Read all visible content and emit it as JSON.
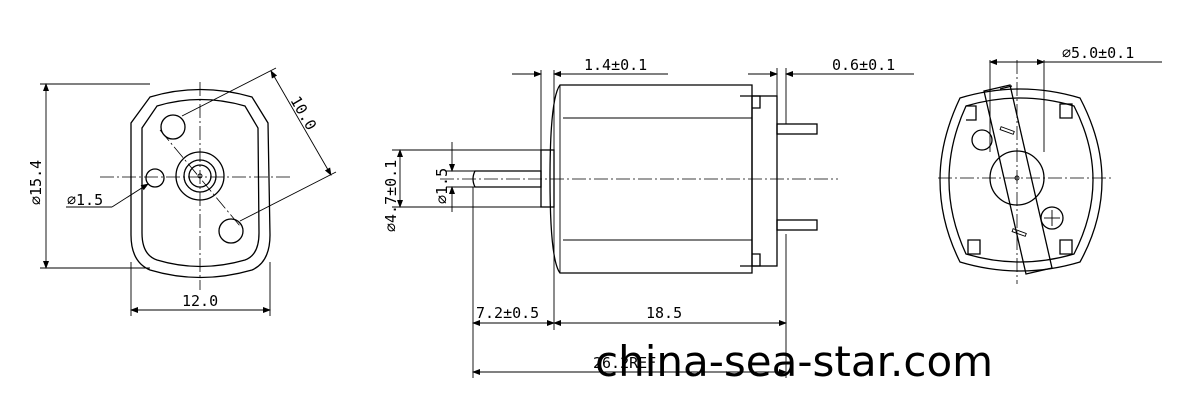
{
  "front_view": {
    "height_dim": "⌀15.4",
    "width_dim": "12.0",
    "hole_spacing_dim": "10.0",
    "hole_dim": "⌀1.5"
  },
  "side_view": {
    "flange_thickness_dim": "1.4±0.1",
    "terminal_gap_dim": "0.6±0.1",
    "boss_diameter_dim": "⌀4.7±0.1",
    "shaft_diameter_dim": "⌀1.5",
    "shaft_length_dim": "7.2±0.5",
    "body_length_dim": "18.5",
    "overall_length_dim": "26.2REF"
  },
  "rear_view": {
    "diameter_dim": "⌀5.0±0.1"
  },
  "watermark": "china-sea-star.com",
  "colors": {
    "line": "#000000",
    "background": "#ffffff"
  }
}
